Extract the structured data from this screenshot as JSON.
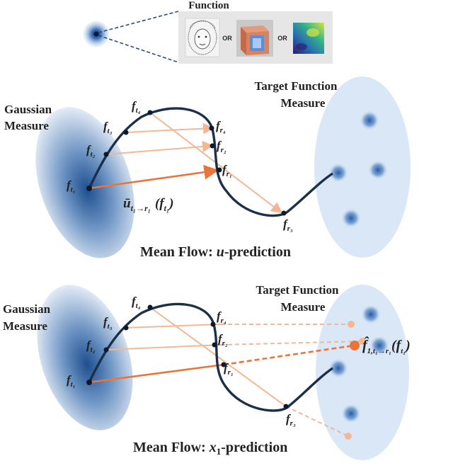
{
  "top": {
    "title": "Function",
    "or1": "OR",
    "or2": "OR"
  },
  "panel1": {
    "gaussian_line1": "Gaussian",
    "gaussian_line2": "Measure",
    "target_line1": "Target Function",
    "target_line2": "Measure",
    "caption": "Mean Flow: u-prediction",
    "caption_prefix": "Mean Flow: ",
    "caption_var": "u",
    "caption_suffix": "-prediction",
    "vector_label": "ū",
    "vector_sub": "t₁→r₁",
    "vector_arg": "(f",
    "vector_arg_sub": "t₁",
    "vector_arg_close": ")",
    "labels": {
      "f": "f",
      "t1": "t₁",
      "t2": "t₂",
      "t3": "t₃",
      "t4": "t₄",
      "r1": "r₁",
      "r2": "r₂",
      "r3": "r₃",
      "r4": "r₄"
    }
  },
  "panel2": {
    "gaussian_line1": "Gaussian",
    "gaussian_line2": "Measure",
    "target_line1": "Target Function",
    "target_line2": "Measure",
    "caption_prefix": "Mean Flow: ",
    "caption_var": "x",
    "caption_var_sub": "1",
    "caption_suffix": "-prediction",
    "pred_label": "f̂",
    "pred_sub": "1,t₁→r₁",
    "pred_arg": "(f",
    "pred_arg_sub": "t₁",
    "pred_arg_close": ")"
  },
  "colors": {
    "navy": "#1b2f4a",
    "orange": "#e8763a",
    "orange_light": "#f2b896",
    "gaussian_blue": "#2b5d9c",
    "target_bg": "#d8e6f5",
    "target_dot": "#3e74b3"
  }
}
